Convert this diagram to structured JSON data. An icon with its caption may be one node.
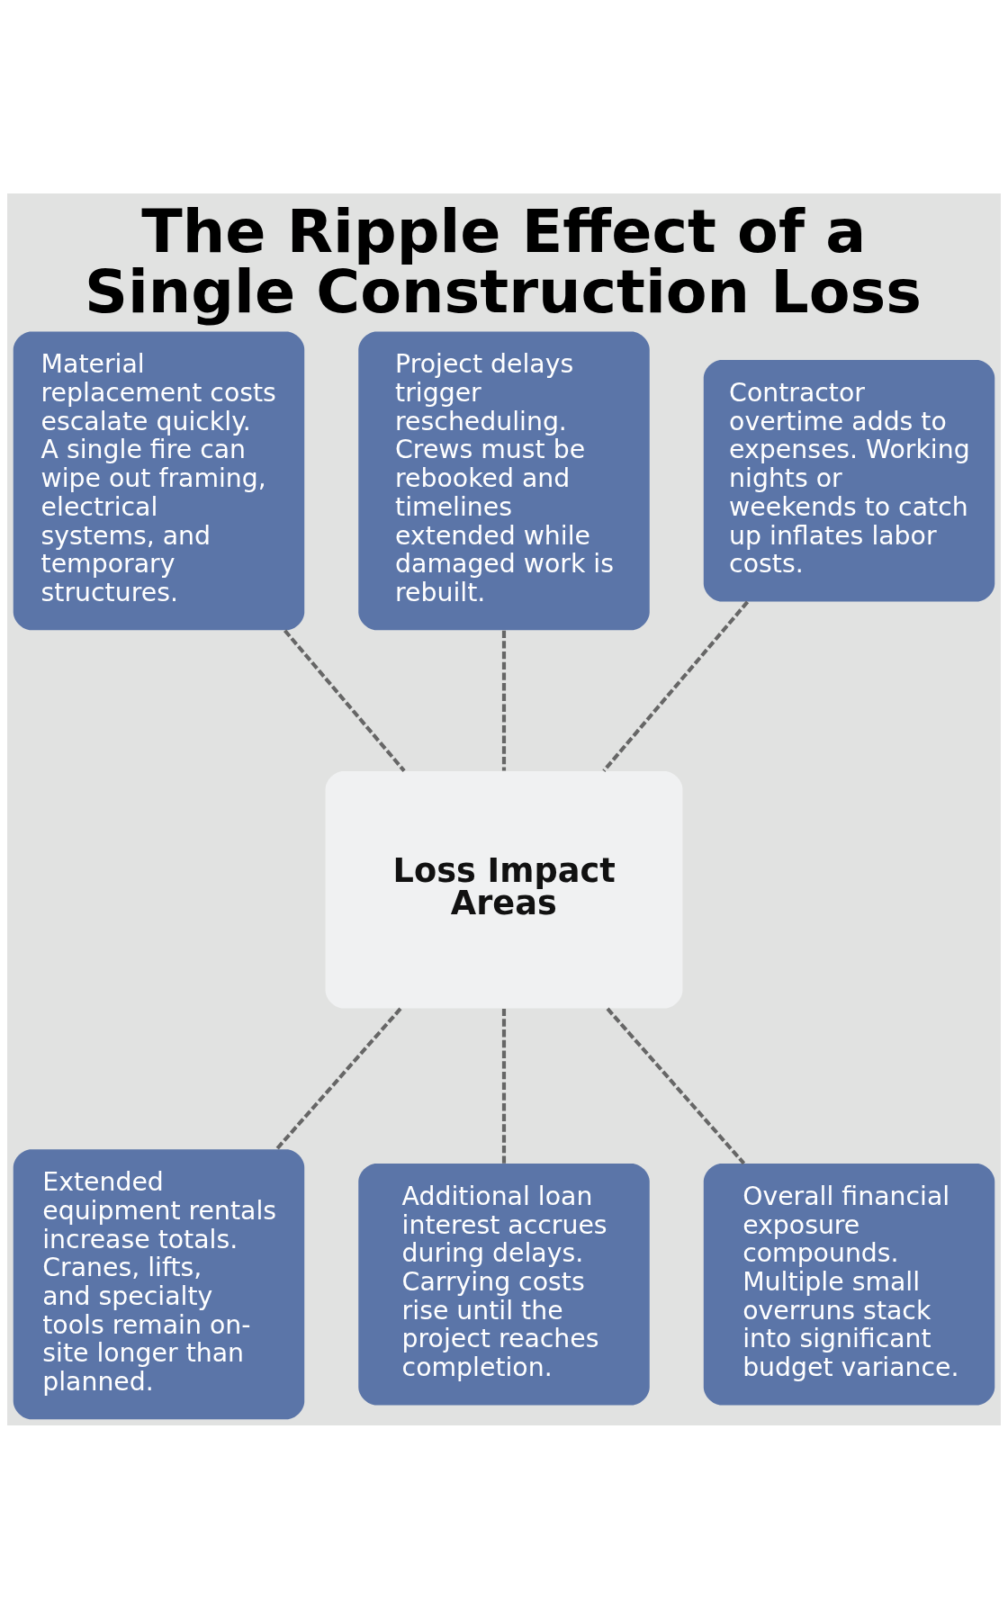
{
  "diagram": {
    "title": "The Ripple Effect of a Single Construction Loss",
    "nodes": [
      {
        "text": [
          "Material replacement costs escalate quickly. A single fire can wipe out framing, electrical systems, and temporary structures."
        ]
      },
      {
        "text": [
          "Project delays trigger rescheduling. Crews must be rebooked and timelines extended while damaged work is rebuilt."
        ]
      },
      {
        "text": [
          "Contractor overtime adds to expenses. Working nights or weekends to catch up inflates labor costs."
        ]
      },
      {
        "text": [
          "Loss Impact Areas"
        ]
      },
      {
        "text": [
          "Extended equipment rentals increase totals. Cranes, lifts, and specialty tools remain on-site longer than planned."
        ]
      },
      {
        "text": [
          "Additional loan interest accrues during delays. Carrying costs rise until the project reaches completion."
        ]
      },
      {
        "text": [
          "Overall financial exposure compounds. Multiple small overruns stack into significant budget variance."
        ]
      }
    ],
    "edges": [
      {
        "from": 0,
        "to": 3,
        "arrow": "none",
        "style": "dashed"
      },
      {
        "from": 1,
        "to": 3,
        "arrow": "none",
        "style": "dashed"
      },
      {
        "from": 2,
        "to": 3,
        "arrow": "none",
        "style": "dashed"
      },
      {
        "from": 3,
        "to": 4,
        "arrow": "none",
        "style": "dashed"
      },
      {
        "from": 3,
        "to": 5,
        "arrow": "none",
        "style": "dashed"
      },
      {
        "from": 3,
        "to": 6,
        "arrow": "none",
        "style": "dashed"
      }
    ]
  }
}
